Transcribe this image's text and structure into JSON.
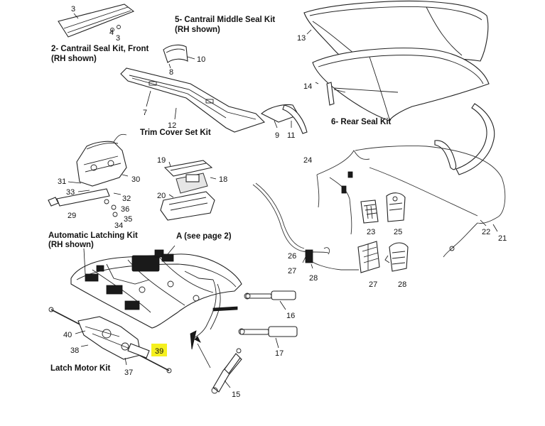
{
  "callouts": {
    "n3a": "3",
    "n3b": "3",
    "n4": "4",
    "n10": "10",
    "n8": "8",
    "n7": "7",
    "n12": "12",
    "n13": "13",
    "n14": "14",
    "n9": "9",
    "n11": "11",
    "n24": "24",
    "n19": "19",
    "n18": "18",
    "n20": "20",
    "n31": "31",
    "n30": "30",
    "n33": "33",
    "n32": "32",
    "n36": "36",
    "n29": "29",
    "n35": "35",
    "n34": "34",
    "n23": "23",
    "n25": "25",
    "n22": "22",
    "n21": "21",
    "n26": "26",
    "n27a": "27",
    "n28a": "28",
    "n27b": "27",
    "n28b": "28",
    "n16": "16",
    "n17": "17",
    "n15": "15",
    "n40": "40",
    "n38": "38",
    "n39": "39",
    "n37": "37"
  },
  "kits": {
    "cantrail_seal_front": "2- Cantrail Seal Kit, Front",
    "cantrail_seal_front_note": "(RH shown)",
    "cantrail_middle": "5- Cantrail Middle Seal Kit",
    "cantrail_middle_note": "(RH shown)",
    "trim_cover": "Trim Cover Set Kit",
    "rear_seal": "6- Rear Seal Kit",
    "auto_latch": "Automatic Latching Kit",
    "auto_latch_note": "(RH shown)",
    "see_page": "A (see page 2)",
    "latch_motor": "Latch Motor Kit"
  },
  "colors": {
    "highlight": "#f5f01e",
    "ink": "#111111"
  }
}
